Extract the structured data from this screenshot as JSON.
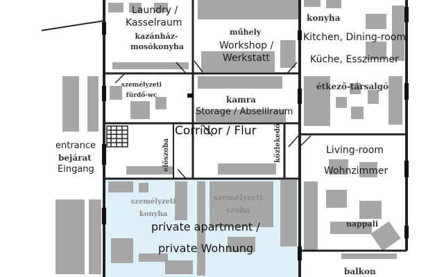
{
  "rooms": {
    "laundry": {
      "hu": "kazánház-mosókonyha",
      "en_1": "Laundry /",
      "en_2": "Kasselraum"
    },
    "workshop": {
      "hu": "műhely",
      "en_1": "Workshop /",
      "en_2": "Werkstatt"
    },
    "kitchen": {
      "hu_1": "konyha",
      "hu_2": "étkező-társalgó",
      "en": "Kitchen, Dining-room",
      "de": "Küche, Esszimmer"
    },
    "staff_bath": {
      "hu": "személyzeti fürdő-wc"
    },
    "storage": {
      "hu": "kamra",
      "en": "Storage / Abselllraum"
    },
    "corridor": {
      "label": "Corridor / Flur",
      "hu_anteroom": "előszoba",
      "hu_passage": "közlekedő"
    },
    "entrance": {
      "en": "entrance",
      "hu": "bejárat",
      "de": "Eingang"
    },
    "living": {
      "en": "Living-room",
      "de": "Wohnzimmer",
      "hu": "nappali"
    },
    "staff_kitchen": {
      "hu": "személyzeti konyha"
    },
    "staff_room": {
      "hu": "személyzeti szoba"
    },
    "private": {
      "en": "private apartment /",
      "de": "private Wohnung"
    },
    "balcony": {
      "hu": "balkon"
    }
  },
  "colors": {
    "wall": "#222222",
    "furniture": "#a6a6a6",
    "private_fill": "#dff1f8"
  }
}
